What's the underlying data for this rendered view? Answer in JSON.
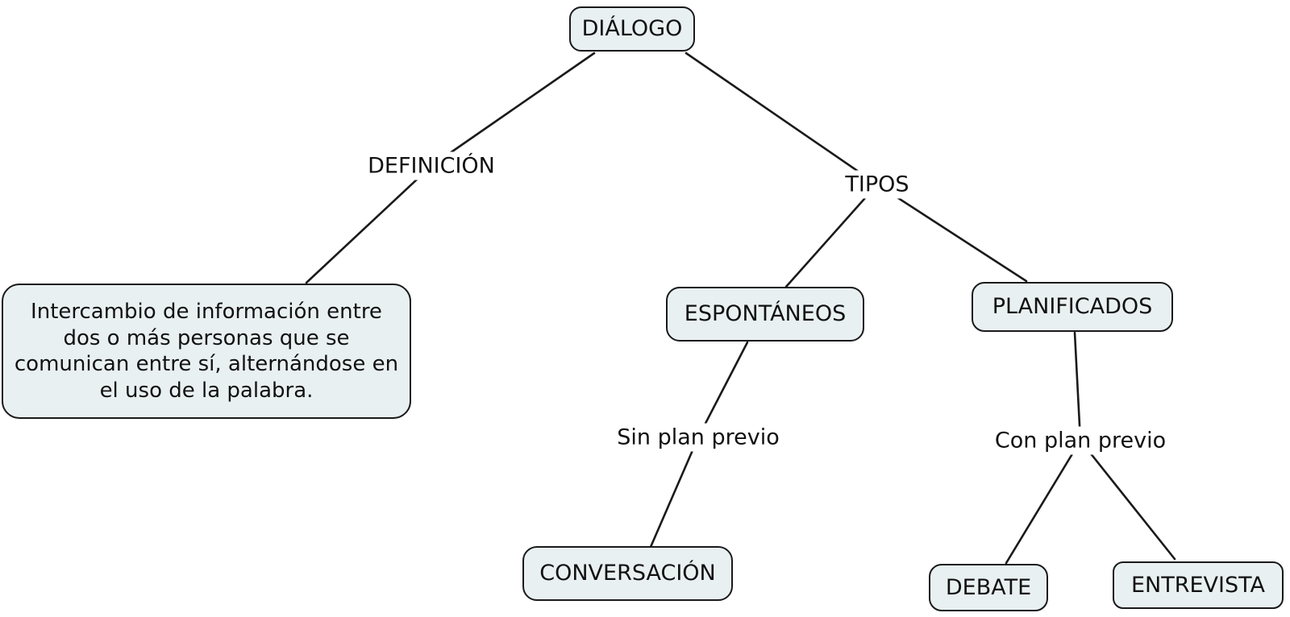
{
  "colors": {
    "background": "#ffffff",
    "node_fill": "#e9f0f2",
    "node_border": "#1a1a1a",
    "line": "#1a1a1a",
    "text": "#111111"
  },
  "nodes": {
    "dialogo": {
      "label": "DIÁLOGO"
    },
    "definition_text": {
      "label": "Intercambio de información entre dos o más personas que se comunican entre sí, alternándose en el uso de la palabra."
    },
    "espontaneos": {
      "label": "ESPONTÁNEOS"
    },
    "planificados": {
      "label": "PLANIFICADOS"
    },
    "conversacion": {
      "label": "CONVERSACIÓN"
    },
    "debate": {
      "label": "DEBATE"
    },
    "entrevista": {
      "label": "ENTREVISTA"
    }
  },
  "link_labels": {
    "definicion": {
      "label": "DEFINICIÓN"
    },
    "tipos": {
      "label": "TIPOS"
    },
    "sin_plan_previo": {
      "label": "Sin plan previo"
    },
    "con_plan_previo": {
      "label": "Con plan previo"
    }
  }
}
